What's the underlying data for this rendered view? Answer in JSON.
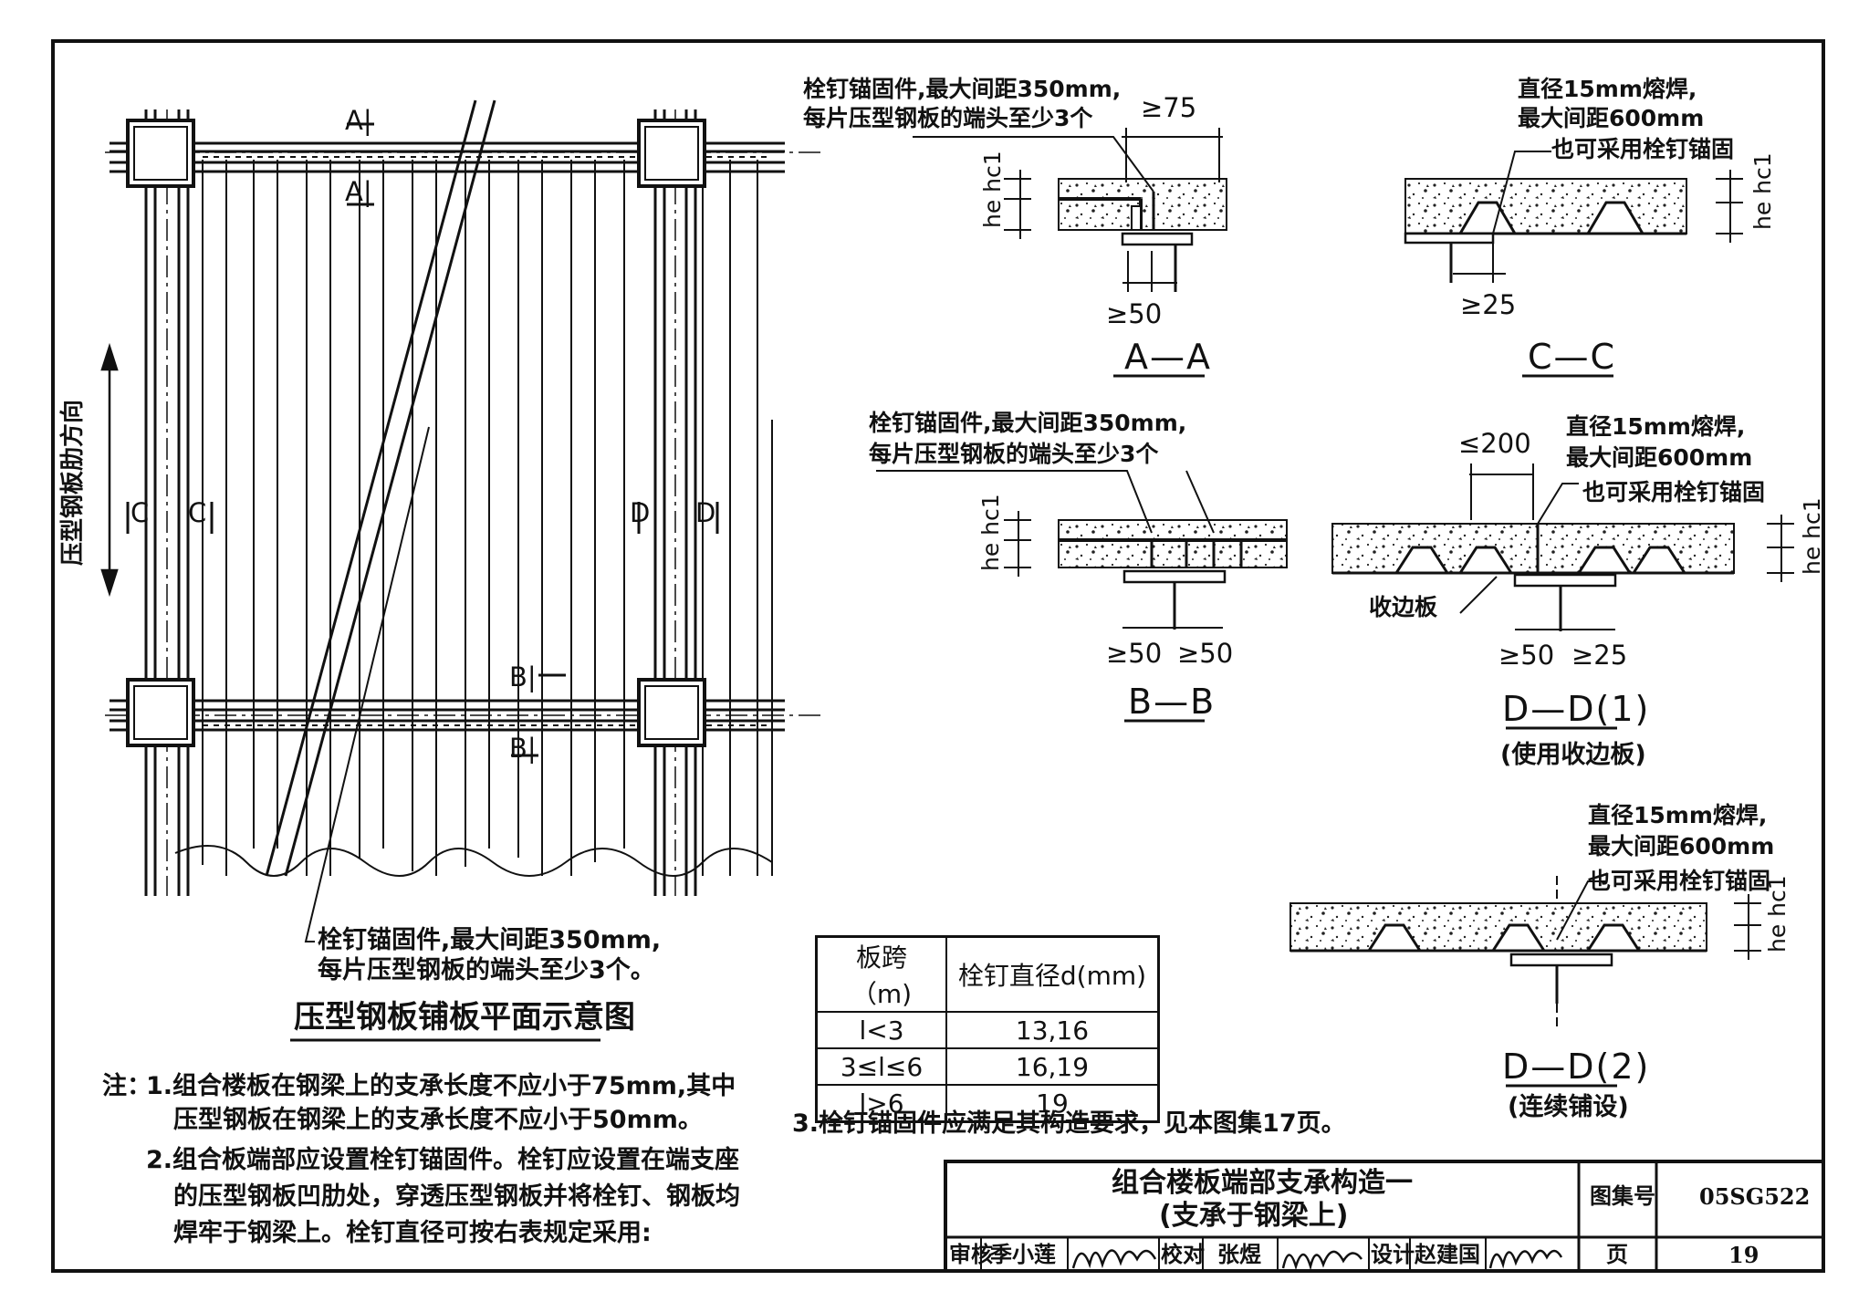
{
  "plan": {
    "title": "压型钢板铺板平面示意图",
    "direction_label": "压型钢板肋方向",
    "section_marks": {
      "a": "A",
      "b": "B",
      "c": "C",
      "d": "D"
    },
    "anchor_note_line1": "栓钉锚固件,最大间距350mm,",
    "anchor_note_line2": "每片压型钢板的端头至少3个。"
  },
  "sections": {
    "aa": {
      "label": "A—A",
      "note_line1": "栓钉锚固件,最大间距350mm,",
      "note_line2": "每片压型钢板的端头至少3个",
      "dim_top": "≥75",
      "dim_bottom": "≥50",
      "h_e": "he",
      "h_c1": "hc1"
    },
    "cc": {
      "label": "C—C",
      "note_line1": "直径15mm熔焊,",
      "note_line2": "最大间距600mm",
      "note_line3": "也可采用栓钉锚固",
      "dim_bottom": "≥25",
      "h_e": "he",
      "h_c1": "hc1"
    },
    "bb": {
      "label": "B—B",
      "note_line1": "栓钉锚固件,最大间距350mm,",
      "note_line2": "每片压型钢板的端头至少3个",
      "dim_left": "≥50",
      "dim_right": "≥50",
      "h_e": "he",
      "h_c1": "hc1"
    },
    "dd1": {
      "label": "D—D(1)",
      "sublabel": "(使用收边板)",
      "note_line1": "直径15mm熔焊,",
      "note_line2": "最大间距600mm",
      "note_line3": "也可采用栓钉锚固",
      "dim_top": "≤200",
      "dim_left": "≥50",
      "dim_right": "≥25",
      "edge_plate": "收边板",
      "h_e": "he",
      "h_c1": "hc1"
    },
    "dd2": {
      "label": "D—D(2)",
      "sublabel": "(连续铺设)",
      "note_line1": "直径15mm熔焊,",
      "note_line2": "最大间距600mm",
      "note_line3": "也可采用栓钉锚固",
      "h_e": "he",
      "h_c1": "hc1"
    }
  },
  "table": {
    "headers": [
      "板跨（m)",
      "栓钉直径d(mm)"
    ],
    "rows": [
      [
        "l<3",
        "13,16"
      ],
      [
        "3≤l≤6",
        "16,19"
      ],
      [
        "l>6",
        "19"
      ]
    ]
  },
  "notes": {
    "prefix": "注：",
    "n1_line1": "1.组合楼板在钢梁上的支承长度不应小于75mm,其中",
    "n1_line2": "压型钢板在钢梁上的支承长度不应小于50mm。",
    "n2_line1": "2.组合板端部应设置栓钉锚固件。栓钉应设置在端支座",
    "n2_line2": "的压型钢板凹肋处，穿透压型钢板并将栓钉、钢板均",
    "n2_line3": "焊牢于钢梁上。栓钉直径可按右表规定采用:",
    "n3": "3.栓钉锚固件应满足其构造要求，见本图集17页。"
  },
  "title_block": {
    "title_line1": "组合楼板端部支承构造一",
    "title_line2": "(支承于钢梁上)",
    "atlas_label": "图集号",
    "atlas_no": "05SG522",
    "review_label": "审核",
    "reviewer": "季小莲",
    "check_label": "校对",
    "checker": "张煜",
    "design_label": "设计",
    "designer": "赵建国",
    "page_label": "页",
    "page_no": "19"
  }
}
